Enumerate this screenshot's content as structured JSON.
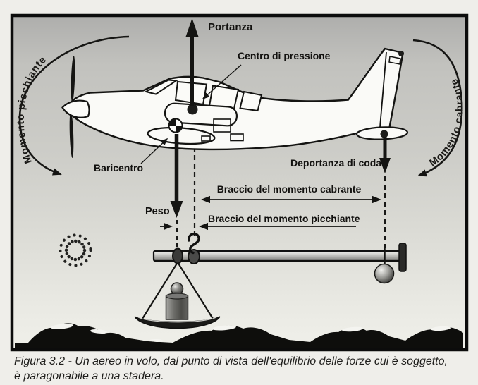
{
  "diagram": {
    "labels": {
      "portanza": "Portanza",
      "centro_di_pressione": "Centro di pressione",
      "baricentro": "Baricentro",
      "peso": "Peso",
      "deportanza_di_coda": "Deportanza di coda",
      "braccio_cabrante": "Braccio del momento cabrante",
      "braccio_picchiante": "Braccio del momento picchiante",
      "momento_picchiante": "Momento picchiante",
      "momento_cabrante": "Momento cabrante"
    },
    "colors": {
      "ink": "#141412",
      "paper_inside": "#cdcdc8",
      "page_background": "#efeeea"
    }
  },
  "caption": {
    "line1": "Figura 3.2 -  Un aereo in volo, dal punto di vista dell'equilibrio delle forze cui è soggetto,",
    "line2": "è paragonabile a una stadera."
  }
}
